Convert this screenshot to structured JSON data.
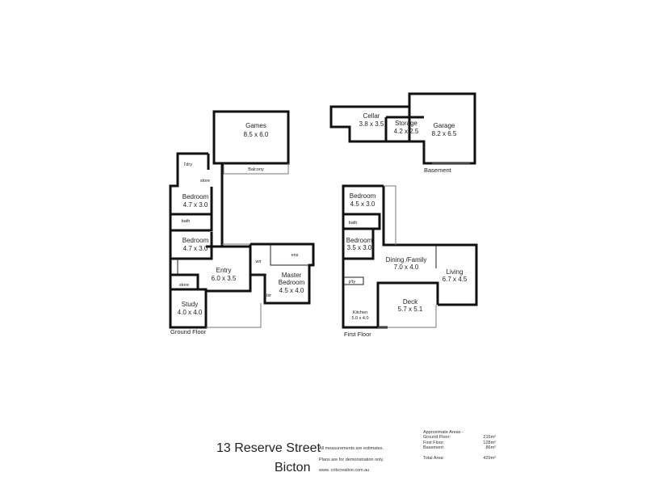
{
  "ground_floor": {
    "label": "Ground Floor",
    "rooms": {
      "games": {
        "name": "Games",
        "size": "8.5 x 6.0"
      },
      "balcony": {
        "name": "Balcony"
      },
      "bedroom1": {
        "name": "Bedroom",
        "size": "4.7 x 3.0"
      },
      "bath": {
        "name": "bath"
      },
      "bedroom2": {
        "name": "Bedroom",
        "size": "4.7 x 3.0"
      },
      "entry": {
        "name": "Entry",
        "size": "6.0 x 3.5"
      },
      "master": {
        "name": "Master",
        "name2": "Bedroom",
        "size": "4.5 x 4.0"
      },
      "study": {
        "name": "Study",
        "size": "4.0 x 4.0"
      },
      "store1": {
        "name": "store"
      },
      "store2": {
        "name": "store"
      },
      "ldry": {
        "name": "l'dry"
      },
      "wir": {
        "name": "wir"
      },
      "ens": {
        "name": "ens"
      },
      "bir": {
        "name": "bir"
      }
    }
  },
  "basement": {
    "label": "Basement",
    "rooms": {
      "cellar": {
        "name": "Cellar",
        "size": "3.8 x 3.5"
      },
      "storage": {
        "name": "Storage",
        "size": "4.2 x 2.5"
      },
      "garage": {
        "name": "Garage",
        "size": "8.2 x 6.5"
      }
    }
  },
  "first_floor": {
    "label": "First Floor",
    "rooms": {
      "bedroom1": {
        "name": "Bedroom",
        "size": "4.5 x 3.0"
      },
      "bath": {
        "name": "bath"
      },
      "bedroom2": {
        "name": "Bedroom",
        "size": "3.5 x 3.0"
      },
      "dining": {
        "name": "Dining /Family",
        "size": "7.0 x 4.0"
      },
      "living": {
        "name": "Living",
        "size": "6.7 x 4.5"
      },
      "deck": {
        "name": "Deck",
        "size": "5.7 x 5.1"
      },
      "kitchen": {
        "name": "Kitchen",
        "size": "5.0 x 4.0"
      },
      "pantry": {
        "name": "p'ty"
      }
    }
  },
  "footer": {
    "address_line1": "13 Reserve Street",
    "address_line2": "Bicton",
    "notes": [
      "All measurements are estimates.",
      "Plans are for demonstration only.",
      "www. cribcreative.com.au"
    ],
    "areas": {
      "heading": "Approximate Areas -",
      "rows": [
        {
          "label": "Ground Floor:",
          "value": "215m²"
        },
        {
          "label": "First Floor:",
          "value": "128m²"
        },
        {
          "label": "Basement:",
          "value": "86m²"
        }
      ],
      "total_label": "Total Area:",
      "total_value": "429m²"
    }
  }
}
